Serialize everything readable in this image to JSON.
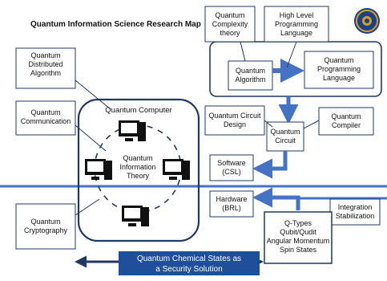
{
  "title": "Quantum Information Science Research Map",
  "nodes": {
    "quantum_complexity_theory": "Quantum\nComplexity\ntheory",
    "high_level_programming_language": "High Level\nProgramming\nLanguage",
    "quantum_algorithm": "Quantum\nAlgorithm",
    "quantum_programming_language": "Quantum\nProgramming\nLanguage",
    "quantum_distributed_algorithm": "Quantum\nDistributed\nAlgorithm",
    "quantum_communication": "Quantum\nCommunication",
    "quantum_cryptography": "Quantum\nCryptography",
    "quantum_computer": "Quantum Computer",
    "quantum_information_theory": "Quantum\nInformation\nTheory",
    "quantum_circuit_design": "Quantum Circuit\nDesign",
    "quantum_circuit": "Quantum\nCircuit",
    "quantum_compiler": "Quantum\nCompiler",
    "software": "Software\n(CSL)",
    "hardware": "Hardware\n(BRL)",
    "integration_stabilization": "Integration\nStabilization",
    "q_types": "Q-Types\nQubit/Qudit\nAngular Momentum\nSpin States",
    "quantum_chemical_states": "Quantum Chemical States as\na Security Solution"
  },
  "colors": {
    "outline": "#1f3864",
    "arrow": "#4472c4",
    "banner": "#1f4e9a",
    "seal": "#1c3f8f",
    "seal_ring": "#d4a017"
  }
}
